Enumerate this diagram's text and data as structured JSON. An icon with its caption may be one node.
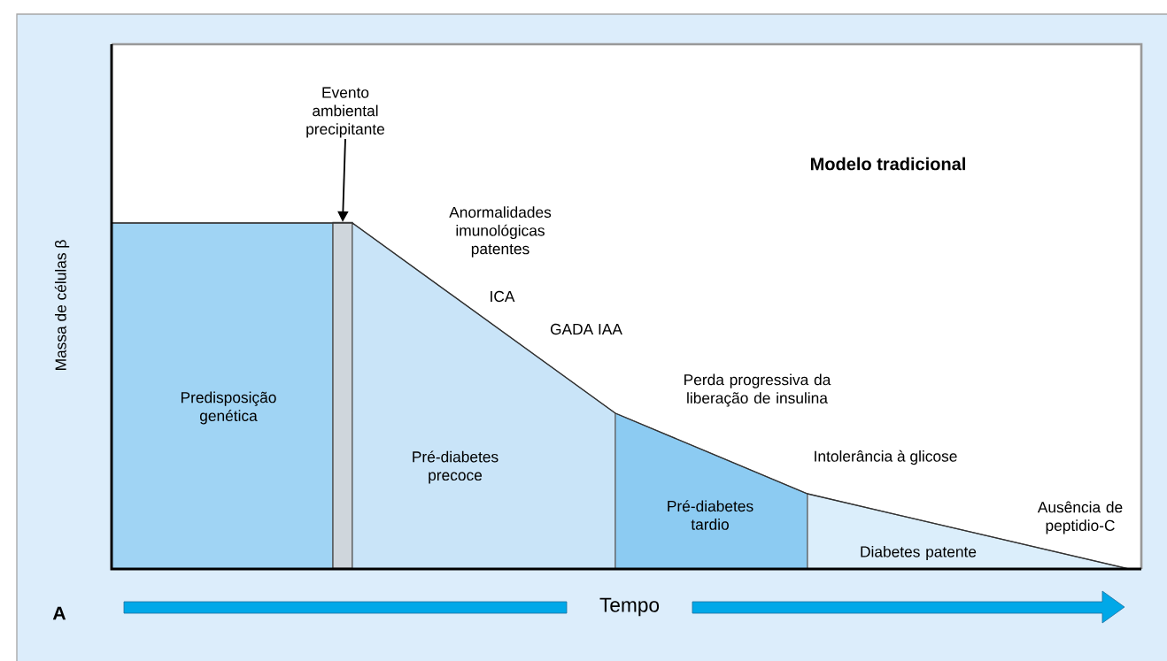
{
  "diagram": {
    "title": "Modelo tradicional",
    "nodes": [
      {
        "text": [
          "Predisposição genética"
        ]
      },
      {
        "text": [],
        "shape": "bar"
      },
      {
        "text": [
          "Evento ambiental precipitante"
        ]
      },
      {
        "text": [
          "Pré-diabetes precoce"
        ]
      },
      {
        "text": [
          "Pré-diabetes tardio"
        ]
      },
      {
        "text": [
          "Diabetes patente"
        ]
      }
    ],
    "edges": [
      {
        "from": 2,
        "to": 1,
        "arrow": "to"
      }
    ],
    "labels": [
      "Massa de células β",
      "Anormalidades imunológicas patentes",
      "ICA",
      "GADA IAA",
      "Perda progressiva da liberação de insulina",
      "Intolerância à glicose",
      "Ausência de peptidio-C",
      "A",
      "Tempo"
    ]
  }
}
